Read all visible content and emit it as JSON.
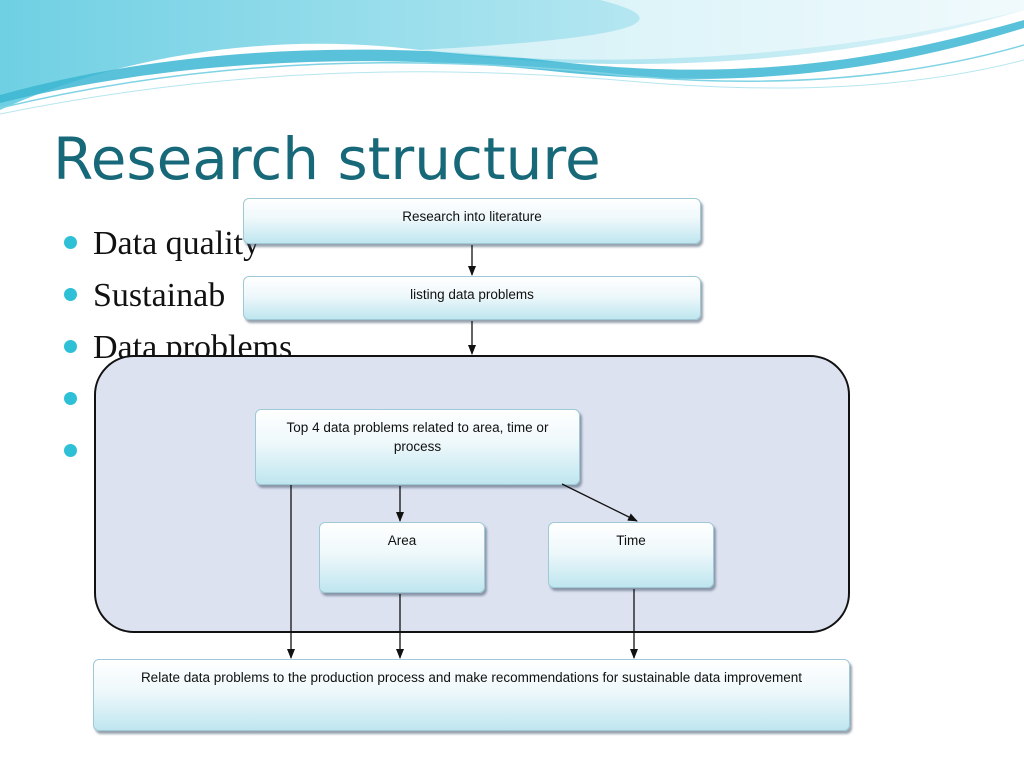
{
  "title": "Research structure",
  "bullets": [
    "Data quality",
    "Sustainab",
    "Data problems",
    "",
    ""
  ],
  "diagram": {
    "boxes": {
      "literature": "Research into literature",
      "listing": "listing data problems",
      "top4": "Top 4 data problems related to area, time or process",
      "area": "Area",
      "time": "Time",
      "relate": "Relate data problems to the production process and make recommendations for sustainable data improvement"
    }
  },
  "colors": {
    "title": "#176878",
    "bullet": "#2ec0d6",
    "group_fill": "#dde2f1",
    "box_fill_bottom": "#bfe6ef",
    "wave_dark": "#58c6dd",
    "wave_light": "#c3ebf3"
  }
}
